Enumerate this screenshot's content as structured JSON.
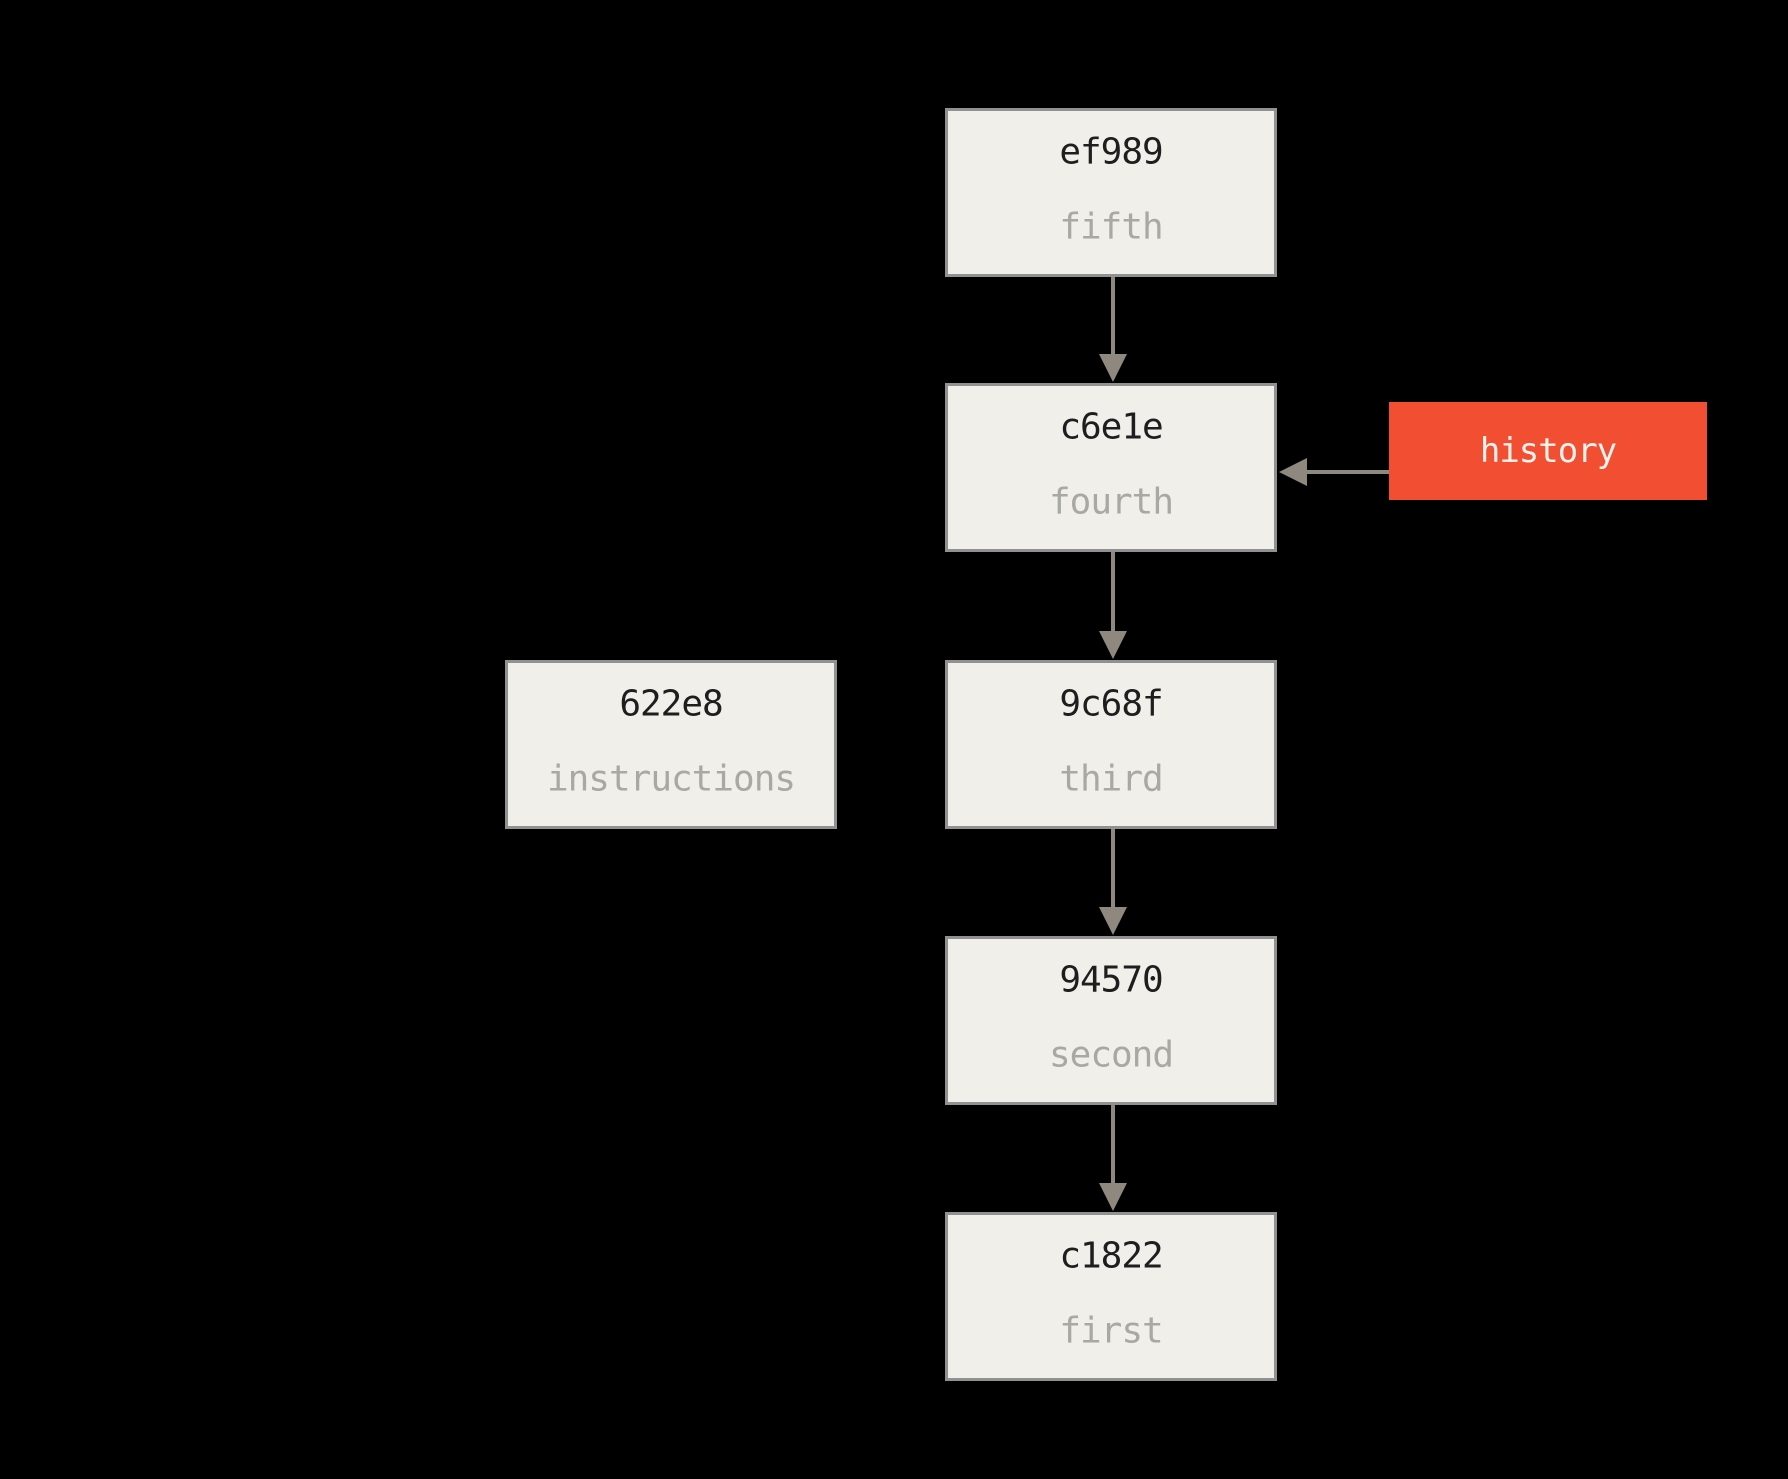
{
  "colors": {
    "background": "#000000",
    "box-fill": "#f0efe9",
    "box-border": "#919191",
    "hash-text": "#1e1e1e",
    "label-text": "#a9a9a4",
    "arrow": "#8e887f",
    "ref-fill": "#f14e32",
    "ref-text": "#f4f3ee"
  },
  "commits": [
    {
      "hash": "ef989",
      "label": "fifth"
    },
    {
      "hash": "c6e1e",
      "label": "fourth"
    },
    {
      "hash": "9c68f",
      "label": "third"
    },
    {
      "hash": "94570",
      "label": "second"
    },
    {
      "hash": "c1822",
      "label": "first"
    }
  ],
  "instructions_box": {
    "hash": "622e8",
    "label": "instructions"
  },
  "history_ref": {
    "label": "history"
  },
  "edges": [
    {
      "from": "ef989",
      "to": "c6e1e"
    },
    {
      "from": "c6e1e",
      "to": "9c68f"
    },
    {
      "from": "9c68f",
      "to": "94570"
    },
    {
      "from": "94570",
      "to": "c1822"
    },
    {
      "from": "history",
      "to": "c6e1e"
    }
  ]
}
